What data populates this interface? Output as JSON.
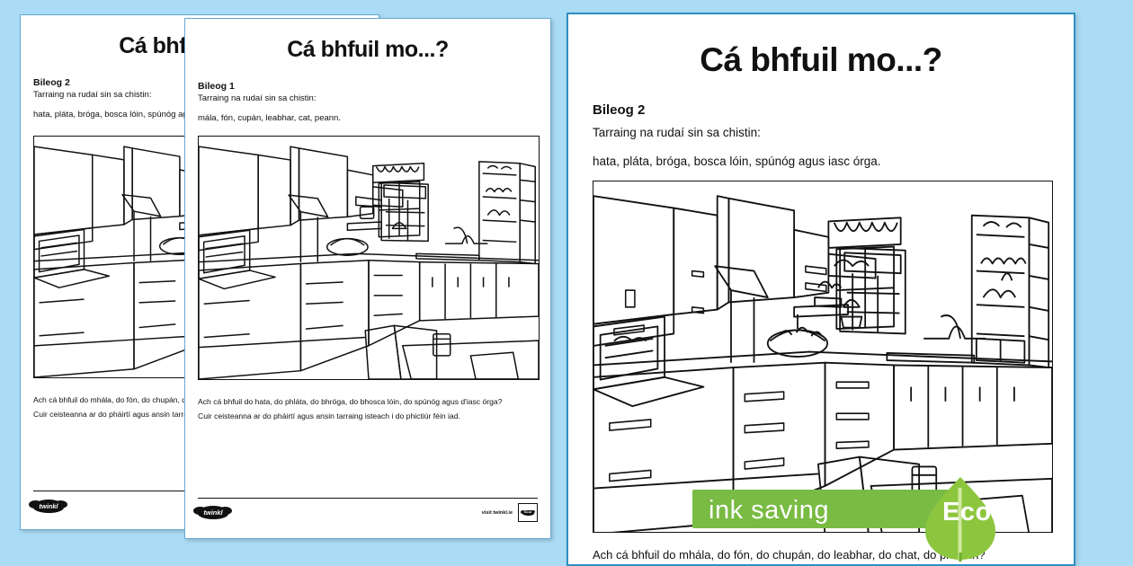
{
  "background_color": "#abdcf5",
  "accent_border_color": "#2e8fc0",
  "eco_green": "#79bb43",
  "eco_leaf_green": "#8cc63f",
  "pages": [
    {
      "title": "Cá bhfuil mo...?",
      "bileog": "Bileog 2",
      "instruction": "Tarraing na rudaí sin sa chistin:",
      "items": "hata, pláta, bróga, bosca lóin, spúnóg agus iasc órga.",
      "question": "Ach cá bhfuil do mhála, do fón, do chupán, do leabhar, do chat, do pheann?",
      "followup": "Cuir ceisteanna ar do pháirtí agus ansin tarraing isteach i do phictiúr féin iad.",
      "footer_logo": "twinkl"
    },
    {
      "title": "Cá bhfuil mo...?",
      "bileog": "Bileog 1",
      "instruction": "Tarraing na rudaí sin sa chistin:",
      "items": "mála, fón, cupán, leabhar, cat, peann.",
      "question": "Ach cá bhfuil do hata, do phláta, do bhróga, do bhosca lóin, do spúnóg agus d'iasc órga?",
      "followup": "Cuir ceisteanna ar do pháirtí agus ansin tarraing isteach i do phictiúr féin iad.",
      "footer_logo": "twinkl",
      "footer_visit": "visit twinkl.ie"
    }
  ],
  "main_page": {
    "title": "Cá bhfuil mo...?",
    "bileog": "Bileog 2",
    "instruction": "Tarraing na rudaí sin sa chistin:",
    "items": "hata, pláta, bróga, bosca lóin, spúnóg agus iasc órga.",
    "question": "Ach cá bhfuil do mhála, do fón, do chupán, do leabhar, do chat, do pheann?"
  },
  "eco_badge": {
    "label": "ink saving",
    "leaf_label": "Eco"
  },
  "illustration": {
    "alt_name": "kitchen-line-drawing",
    "elements": [
      "wall-cabinets",
      "extractor-hood",
      "oven-with-open-door",
      "hob",
      "base-drawers",
      "window-with-curtain",
      "sink-and-tap",
      "milk-carton",
      "fruit-bowl",
      "shelf-with-plant",
      "open-fridge-with-shelves",
      "table-with-glass",
      "chairs"
    ]
  }
}
